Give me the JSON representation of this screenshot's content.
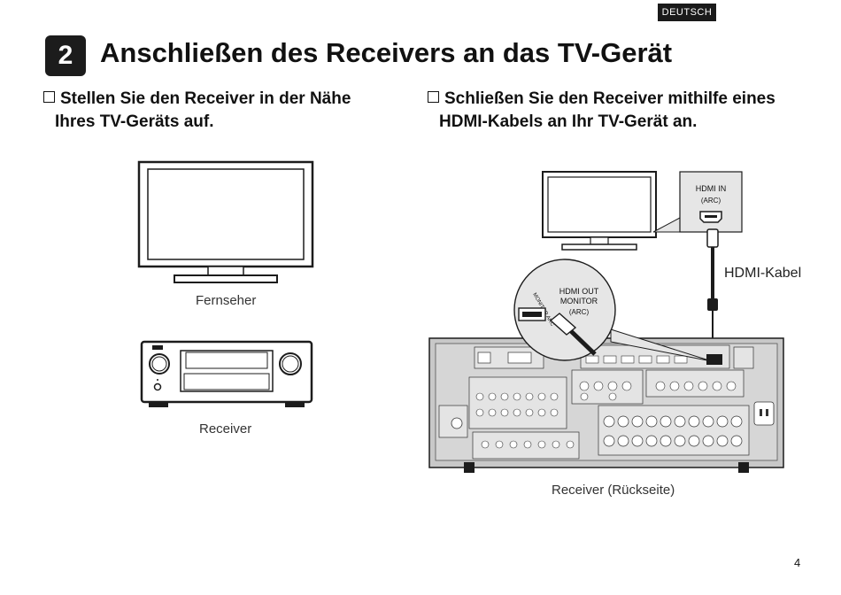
{
  "header": {
    "language_tab": "DEUTSCH"
  },
  "section": {
    "step_number": "2",
    "title": "Anschließen des Receivers an das TV-Gerät"
  },
  "instructions": [
    {
      "line1": "Stellen Sie den Receiver in der Nähe",
      "line2": "Ihres TV-Geräts auf."
    },
    {
      "line1": "Schließen Sie den Receiver mithilfe eines",
      "line2": "HDMI-Kabels an Ihr TV-Gerät an."
    }
  ],
  "figures": {
    "tv_label": "Fernseher",
    "receiver_label": "Receiver",
    "cable_label": "HDMI-Kabel",
    "rear_label": "Receiver (Rückseite)",
    "hdmi_in_label": "HDMI IN",
    "arc_label": "(ARC)",
    "hdmi_out_label": "HDMI OUT",
    "monitor_label": "MONITOR",
    "monitor_arc_label": "MONITOR ARC"
  },
  "footer": {
    "page_number": "4"
  },
  "colors": {
    "ink": "#1c1c1c",
    "panel_gray": "#c8c8c8",
    "callout_gray": "#e6e6e6"
  }
}
